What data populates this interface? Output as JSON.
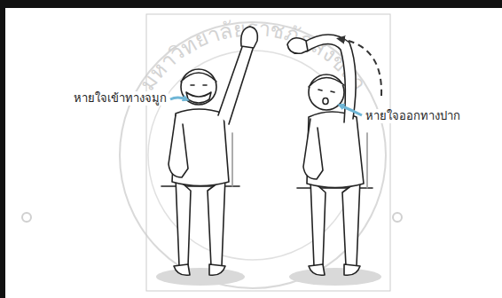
{
  "diagram": {
    "labels": [
      "หายใจเข้าทางจมูก",
      "หายใจออกทางปาก",
      "มหาวิทยาลัยราชภัฏสงขลา"
    ]
  }
}
